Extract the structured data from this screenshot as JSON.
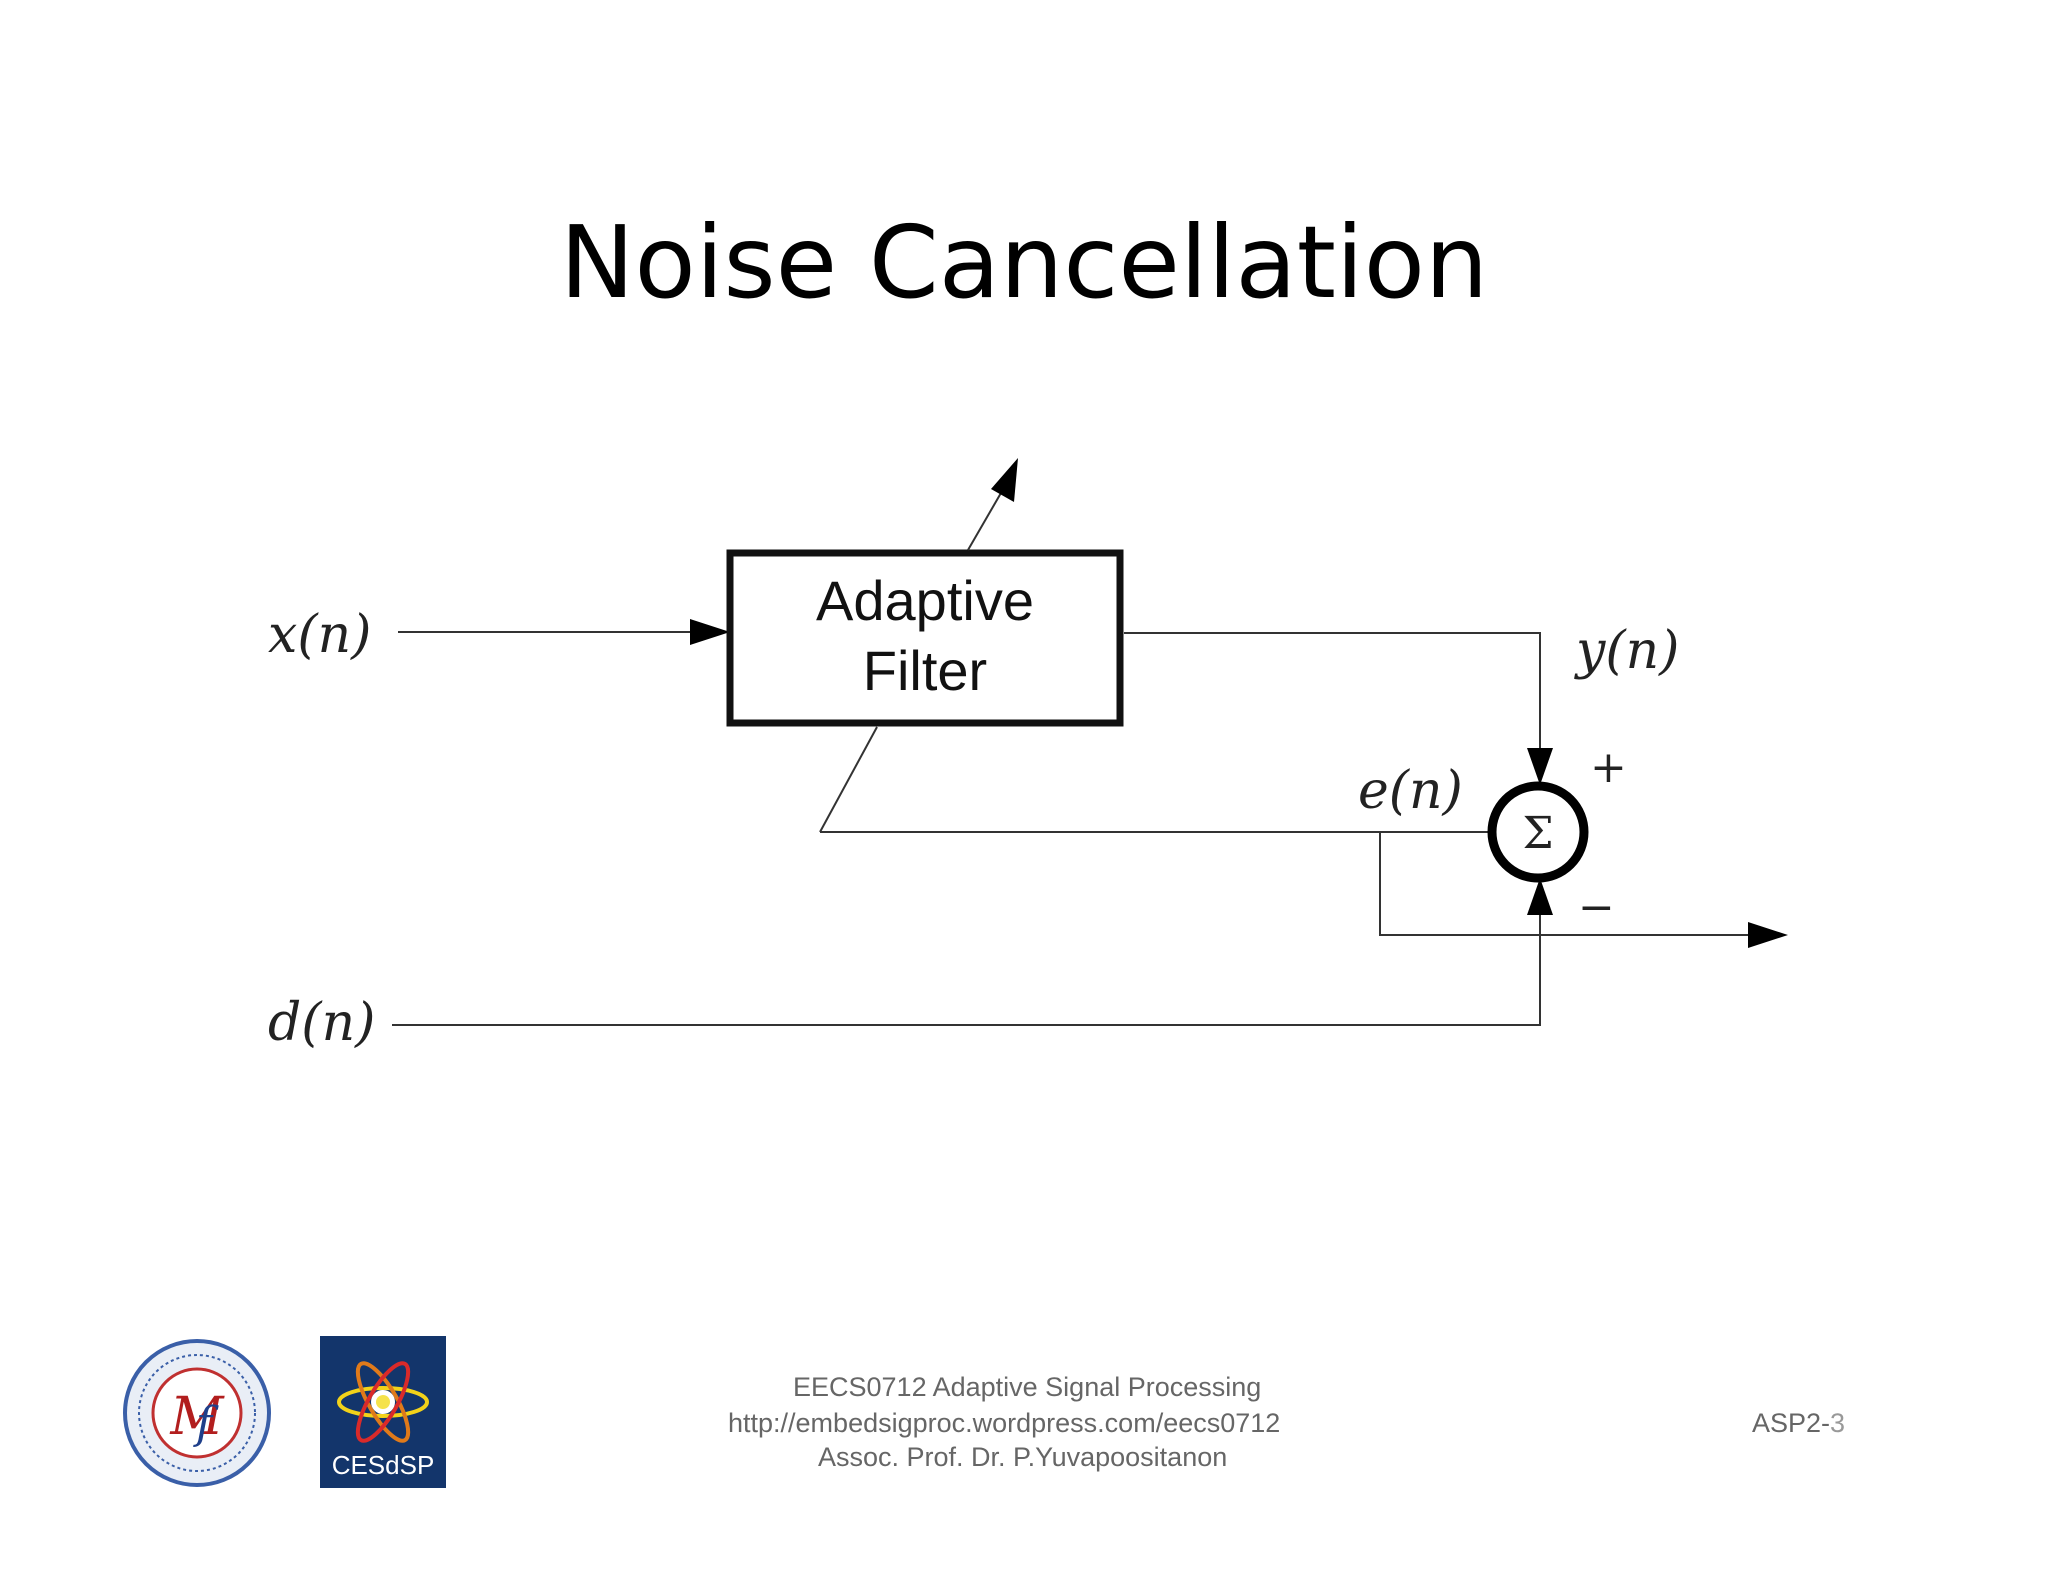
{
  "title": "Noise Cancellation",
  "diagram": {
    "block_label_line1": "Adaptive",
    "block_label_line2": "Filter",
    "input_label": "x(n)",
    "desired_label": "d(n)",
    "output_label": "y(n)",
    "error_label": "e(n)",
    "sum_symbol": "Σ",
    "plus_sign": "+",
    "minus_sign": "−"
  },
  "footer": {
    "course": "EECS0712 Adaptive Signal Processing",
    "url": "http://embedsigproc.wordpress.com/eecs0712",
    "author": "Assoc. Prof. Dr. P.Yuvapoositanon",
    "slide_prefix": "ASP2-",
    "slide_number": "3",
    "logo2_text": "CESdSP"
  },
  "colors": {
    "line": "#333333",
    "box_border": "#111111",
    "logo2_bg": "#13356b",
    "footer_text": "#666666"
  }
}
